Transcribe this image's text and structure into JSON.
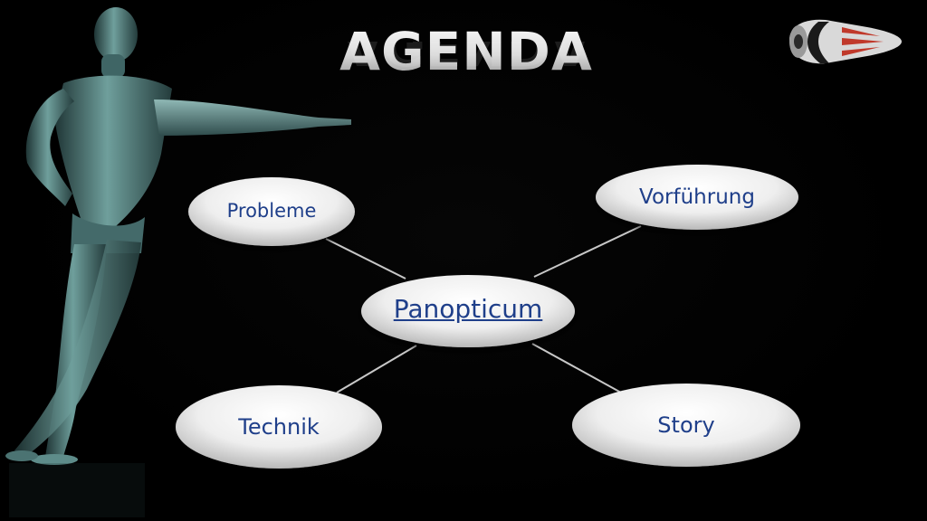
{
  "slide": {
    "title": "AGENDA",
    "center_node": {
      "label": "Panopticum",
      "is_link": true
    },
    "nodes": [
      {
        "id": "probleme",
        "label": "Probleme"
      },
      {
        "id": "vorfuehrung",
        "label": "Vorführung"
      },
      {
        "id": "technik",
        "label": "Technik"
      },
      {
        "id": "story",
        "label": "Story"
      }
    ]
  },
  "decor": {
    "figure": "humanoid-figure-pointing",
    "logo": "eye-capsule-logo"
  },
  "colors": {
    "background": "#000000",
    "node_fill_light": "#ffffff",
    "node_fill_dark": "#c8c8c8",
    "node_text": "#1f3f8a",
    "connector": "#bfbfbf",
    "figure": "#5f8f8f"
  }
}
